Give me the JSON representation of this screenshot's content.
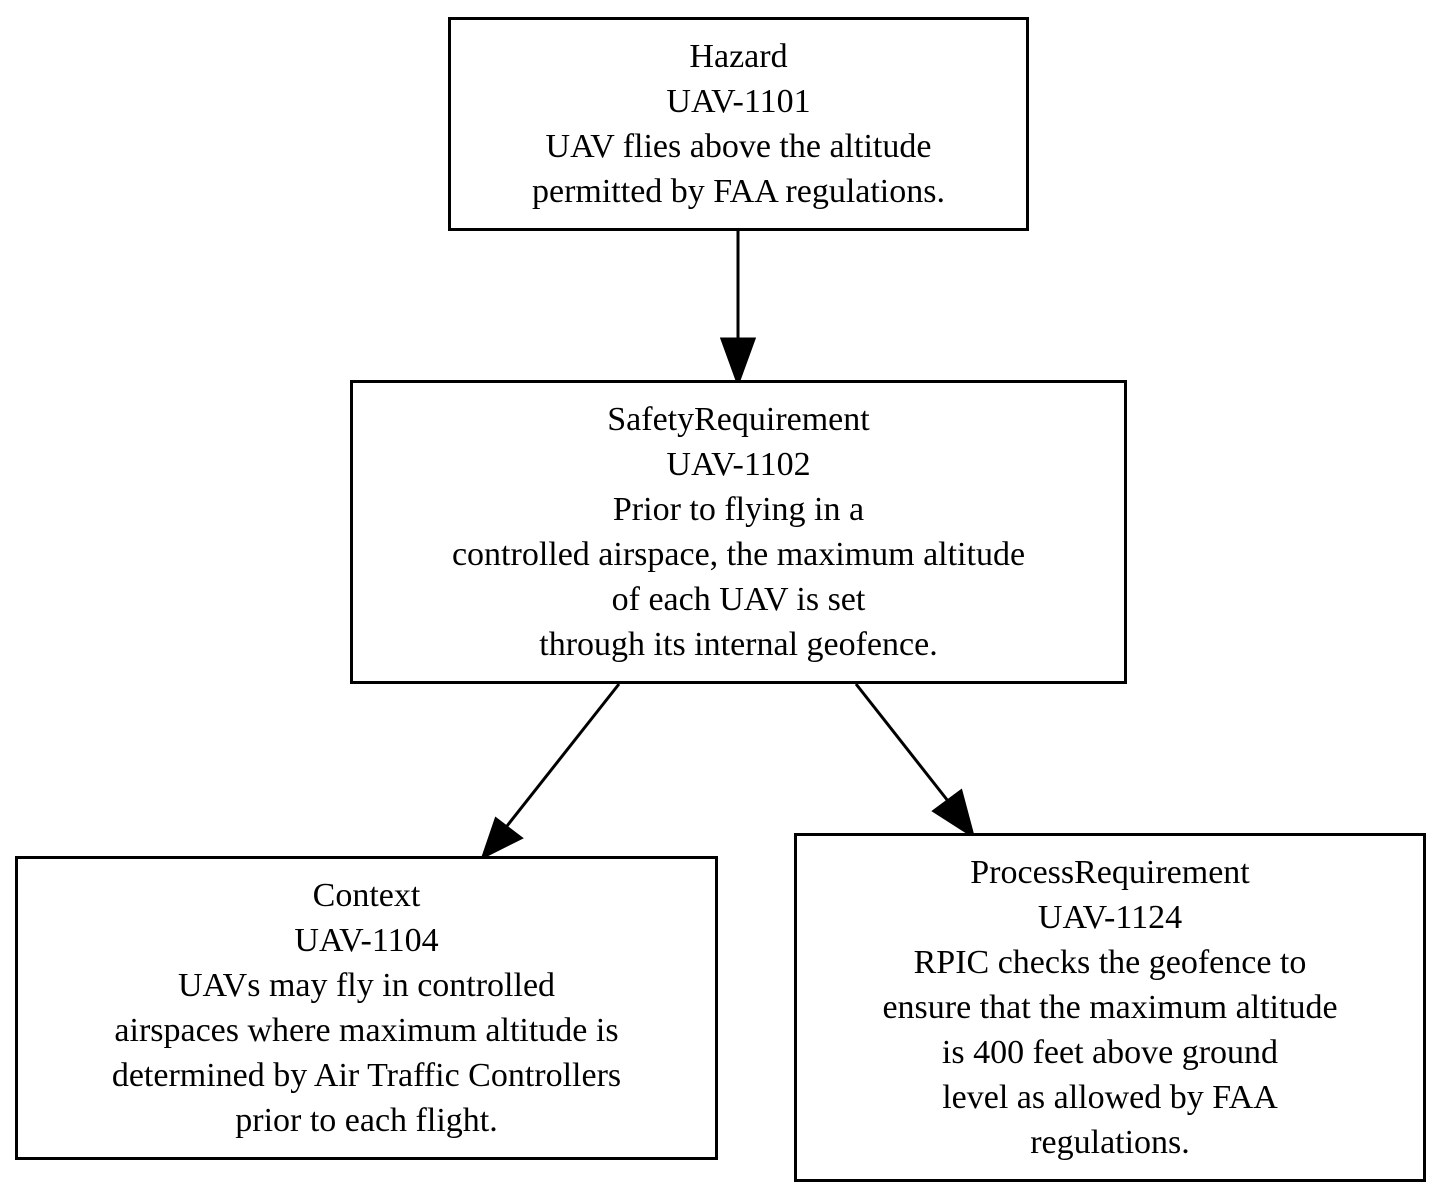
{
  "nodes": {
    "hazard": {
      "type": "Hazard",
      "id": "UAV-1101",
      "lines": [
        "UAV flies above the altitude",
        "permitted by FAA regulations."
      ]
    },
    "safety": {
      "type": "SafetyRequirement",
      "id": "UAV-1102",
      "lines": [
        "Prior to flying in a",
        "controlled airspace, the maximum altitude",
        "of each UAV is set",
        "through its internal geofence."
      ]
    },
    "context": {
      "type": "Context",
      "id": "UAV-1104",
      "lines": [
        "UAVs may fly in controlled",
        "airspaces where maximum altitude is",
        "determined by Air Traffic Controllers",
        "prior to each flight."
      ]
    },
    "process": {
      "type": "ProcessRequirement",
      "id": "UAV-1124",
      "lines": [
        "RPIC checks the geofence to",
        "ensure that the maximum altitude",
        "is 400 feet above ground",
        "level as allowed by FAA",
        "regulations."
      ]
    }
  },
  "edges": [
    {
      "from": "hazard",
      "to": "safety"
    },
    {
      "from": "safety",
      "to": "context"
    },
    {
      "from": "safety",
      "to": "process"
    }
  ],
  "colors": {
    "stroke": "#000000",
    "background": "#ffffff"
  }
}
